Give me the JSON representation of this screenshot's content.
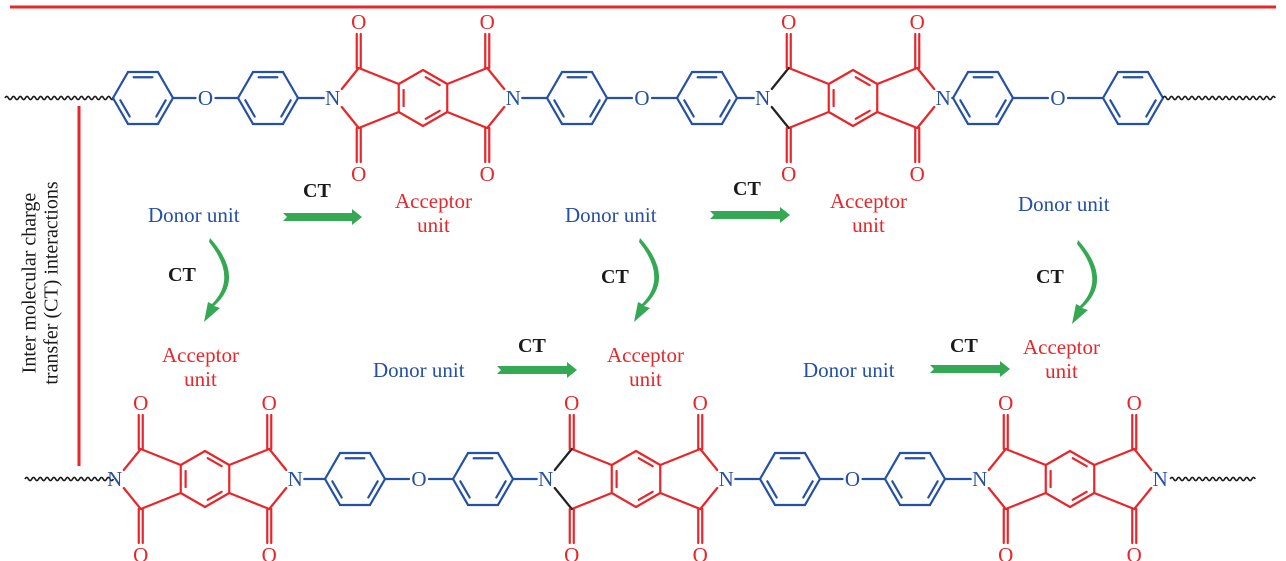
{
  "figure": {
    "side_label": {
      "line1": "Inter molecular charge",
      "line2": "transfer (CT) interactions"
    },
    "colors": {
      "donor": "#2450a6",
      "acceptor": "#e8262a",
      "arrow": "#35a853",
      "frame_line": "#e8262a",
      "chain_end": "#1a1a1a"
    },
    "atoms": {
      "oxygen": "O",
      "nitrogen": "N"
    },
    "polymer_top": {
      "description": "polyimide chain (top): ODA donor – PMDA acceptor – ODA donor – PMDA acceptor – ODA donor",
      "sequence": [
        "wavy-end",
        "ODA-donor",
        "PMDA-acceptor",
        "ODA-donor",
        "PMDA-acceptor",
        "ODA-donor",
        "wavy-end"
      ]
    },
    "polymer_bottom": {
      "description": "polyimide chain (bottom): PMDA acceptor – ODA donor – PMDA acceptor – ODA donor – PMDA acceptor",
      "sequence": [
        "wavy-end",
        "PMDA-acceptor",
        "ODA-donor",
        "PMDA-acceptor",
        "ODA-donor",
        "PMDA-acceptor",
        "wavy-end"
      ]
    },
    "ct_label": "CT",
    "units": [
      {
        "id": "d1",
        "role": "donor",
        "line1": "Donor unit",
        "line2": ""
      },
      {
        "id": "a1",
        "role": "acceptor",
        "line1": "Acceptor",
        "line2": "unit"
      },
      {
        "id": "d2",
        "role": "donor",
        "line1": "Donor unit",
        "line2": ""
      },
      {
        "id": "a2",
        "role": "acceptor",
        "line1": "Acceptor",
        "line2": "unit"
      },
      {
        "id": "d3",
        "role": "donor",
        "line1": "Donor unit",
        "line2": ""
      },
      {
        "id": "a3",
        "role": "acceptor",
        "line1": "Acceptor",
        "line2": "unit"
      },
      {
        "id": "d4",
        "role": "donor",
        "line1": "Donor unit",
        "line2": ""
      },
      {
        "id": "a4",
        "role": "acceptor",
        "line1": "Acceptor",
        "line2": "unit"
      },
      {
        "id": "d5",
        "role": "donor",
        "line1": "Donor unit",
        "line2": ""
      },
      {
        "id": "a5",
        "role": "acceptor",
        "line1": "Acceptor",
        "line2": "unit"
      }
    ],
    "transfers": [
      {
        "from": "d1",
        "to": "a1",
        "kind": "straight"
      },
      {
        "from": "d2",
        "to": "a2",
        "kind": "straight"
      },
      {
        "from": "d1",
        "to": "a3",
        "kind": "curved"
      },
      {
        "from": "d2",
        "to": "a4",
        "kind": "curved"
      },
      {
        "from": "d3",
        "to": "a5",
        "kind": "curved"
      },
      {
        "from": "d4",
        "to": "a4",
        "kind": "straight"
      },
      {
        "from": "d5",
        "to": "a5",
        "kind": "straight"
      }
    ]
  }
}
